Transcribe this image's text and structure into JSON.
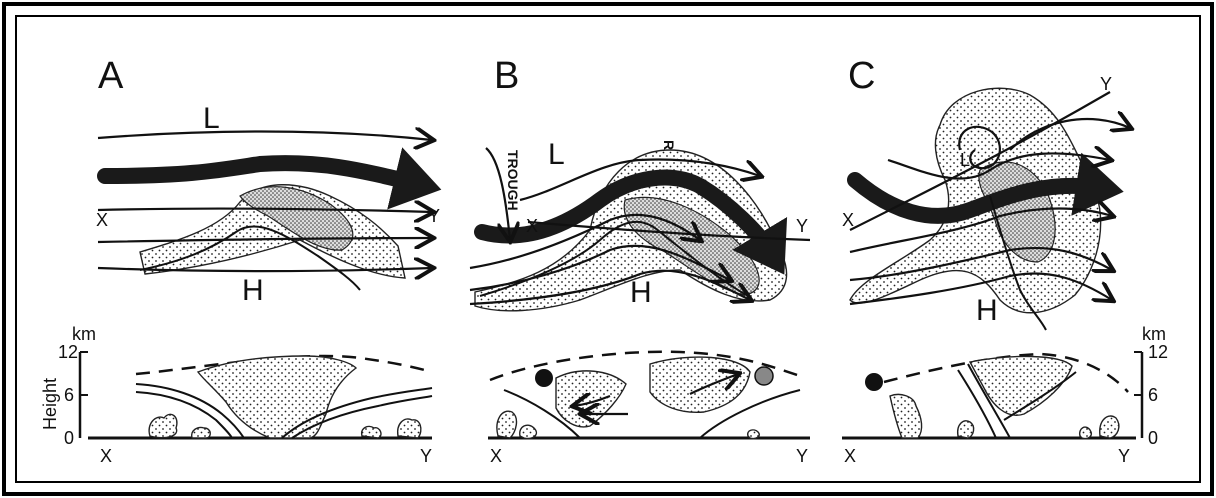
{
  "panels": [
    {
      "letter": "A",
      "low": "L",
      "high": "H",
      "x_label": "X",
      "y_label": "Y"
    },
    {
      "letter": "B",
      "low": "L",
      "high": "H",
      "x_label": "X",
      "y_label": "Y",
      "trough": "TROUGH",
      "ridge": "RIDGE"
    },
    {
      "letter": "C",
      "low": "L",
      "high": "H",
      "x_label": "X",
      "y_label": "Y"
    }
  ],
  "sections": [
    {
      "x_label": "X",
      "y_label": "Y"
    },
    {
      "x_label": "X",
      "y_label": "Y"
    },
    {
      "x_label": "X",
      "y_label": "Y"
    }
  ],
  "left_axis": {
    "unit": "km",
    "title": "Height",
    "ticks": [
      "12",
      "6",
      "0"
    ]
  },
  "right_axis": {
    "unit": "km",
    "ticks": [
      "12",
      "6",
      "0"
    ]
  }
}
